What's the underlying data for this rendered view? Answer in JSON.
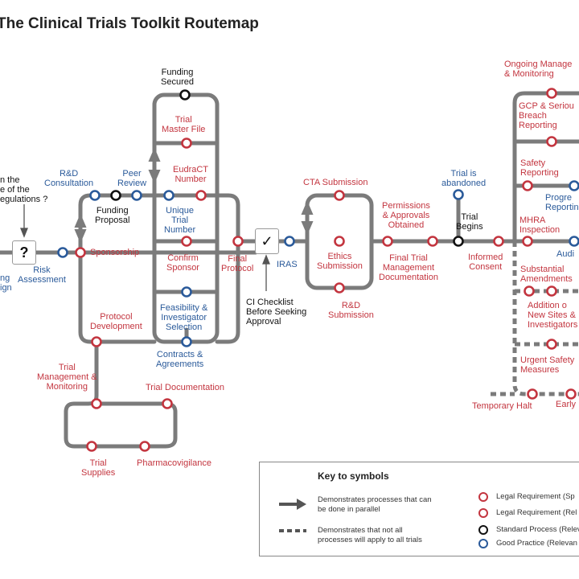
{
  "title": "The Clinical Trials Toolkit Routemap",
  "labels": {
    "funding_secured": "Funding\nSecured",
    "trial_master_file": "Trial\nMaster File",
    "eudract_number": "EudraCT\nNumber",
    "unique_trial_number": "Unique\nTrial\nNumber",
    "confirm_sponsor": "Confirm\nSponsor",
    "feasibility": "Feasibility &\nInvestigator\nSelection",
    "contracts": "Contracts &\nAgreements",
    "rd_consultation": "R&D\nConsultation",
    "peer_review": "Peer\nReview",
    "funding_proposal": "Funding\nProposal",
    "scope_regulations": "n the\ne of the\negulations ?",
    "sponsorship": "Sponsorship",
    "risk_assessment": "Risk\nAssessment",
    "design": "ng\nign",
    "protocol_development": "Protocol\nDevelopment",
    "final_protocol": "Final\nProtocol",
    "iras": "IRAS",
    "ci_checklist": "CI Checklist\nBefore Seeking\nApproval",
    "cta_submission": "CTA Submission",
    "ethics_submission": "Ethics\nSubmission",
    "rd_submission": "R&D\nSubmission",
    "permissions": "Permissions\n& Approvals\nObtained",
    "final_trial_mgmt_doc": "Final Trial\nManagement\nDocumentation",
    "trial_abandoned": "Trial is\nabandoned",
    "trial_begins": "Trial\nBegins",
    "informed_consent": "Informed\nConsent",
    "ongoing_mgmt": "Ongoing Manage\n& Monitoring",
    "gcp_breach": "GCP & Seriou\nBreach\nReporting",
    "safety_reporting": "Safety\nReporting",
    "progress_reporting": "Progre\nReportin",
    "mhra_inspection": "MHRA\nInspection",
    "audit": "Audi",
    "substantial_amendments": "Substantial\nAmendments",
    "addition_sites": "Addition o\nNew Sites &\nInvestigators",
    "urgent_safety": "Urgent Safety\nMeasures",
    "temporary_halt": "Temporary Halt",
    "early": "Early",
    "trial_mgmt_monitoring": "Trial\nManagement &\nMonitoring",
    "trial_documentation": "Trial Documentation",
    "trial_supplies": "Trial\nSupplies",
    "pharmacovigilance": "Pharmacovigilance"
  },
  "symbols": {
    "question_mark": "?",
    "checkmark": "✓"
  },
  "key": {
    "title": "Key to symbols",
    "arrow_desc": "Demonstrates processes that can\nbe done in parallel",
    "dashed_desc": "Demonstrates that not all\nprocesses will apply to all trials",
    "legal_specific": "Legal Requirement (Sp",
    "legal_relevant": "Legal Requirement (Rel",
    "standard_process": "Standard Process (Relev",
    "good_practice": "Good Practice (Relevan"
  },
  "colors": {
    "line": "#7b7b7b",
    "legal": "#c3353f",
    "good_practice": "#2a5a9a",
    "standard": "#111111"
  }
}
